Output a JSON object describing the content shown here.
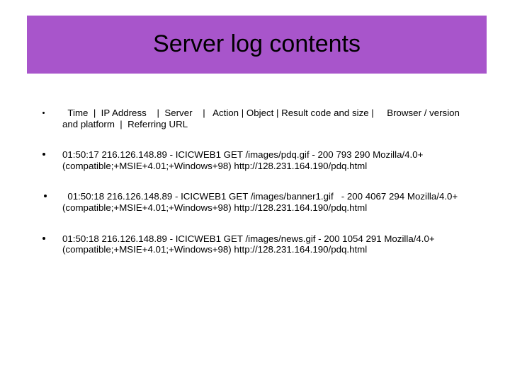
{
  "slide": {
    "title": "Server log contents",
    "banner_color": "#a855cb",
    "background_color": "#ffffff",
    "text_color": "#000000",
    "bullets": [
      {
        "marker": "bullet-dot",
        "text": "  Time  |  IP Address    |  Server    |   Action | Object | Result code and size |     Browser / version and platform  |  Referring URL"
      },
      {
        "marker": "bullet-dot",
        "text": "01:50:17 216.126.148.89 - ICICWEB1 GET /images/pdq.gif - 200 793 290 Mozilla/4.0+(compatible;+MSIE+4.01;+Windows+98) http://128.231.164.190/pdq.html"
      },
      {
        "marker": "bullet-dot",
        "text": "  01:50:18 216.126.148.89 - ICICWEB1 GET /images/banner1.gif   - 200 4067 294 Mozilla/4.0+(compatible;+MSIE+4.01;+Windows+98) http://128.231.164.190/pdq.html"
      },
      {
        "marker": "bullet-dot",
        "text": "01:50:18 216.126.148.89 - ICICWEB1 GET /images/news.gif - 200 1054 291 Mozilla/4.0+(compatible;+MSIE+4.01;+Windows+98) http://128.231.164.190/pdq.html"
      }
    ]
  }
}
